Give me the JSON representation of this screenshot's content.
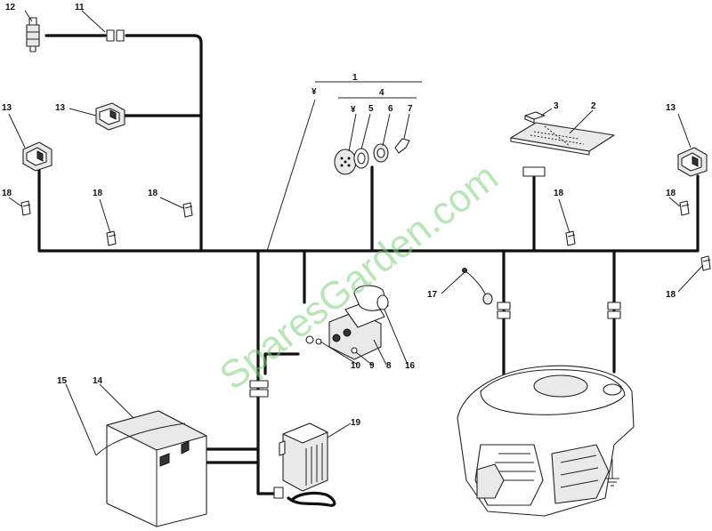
{
  "watermark": "SparesGarden.com",
  "callouts": [
    {
      "id": "c1",
      "text": "1"
    },
    {
      "id": "c2",
      "text": "2"
    },
    {
      "id": "c3",
      "text": "3"
    },
    {
      "id": "c4",
      "text": "4"
    },
    {
      "id": "c5",
      "text": "5"
    },
    {
      "id": "c6",
      "text": "6"
    },
    {
      "id": "c7",
      "text": "7"
    },
    {
      "id": "c8",
      "text": "8"
    },
    {
      "id": "c9",
      "text": "9"
    },
    {
      "id": "c10",
      "text": "10"
    },
    {
      "id": "c11",
      "text": "11"
    },
    {
      "id": "c12",
      "text": "12"
    },
    {
      "id": "c13a",
      "text": "13"
    },
    {
      "id": "c13b",
      "text": "13"
    },
    {
      "id": "c13c",
      "text": "13"
    },
    {
      "id": "c14",
      "text": "14"
    },
    {
      "id": "c15",
      "text": "15"
    },
    {
      "id": "c16",
      "text": "16"
    },
    {
      "id": "c17",
      "text": "17"
    },
    {
      "id": "c18a",
      "text": "18"
    },
    {
      "id": "c18b",
      "text": "18"
    },
    {
      "id": "c18c",
      "text": "18"
    },
    {
      "id": "c18d",
      "text": "18"
    },
    {
      "id": "c18e",
      "text": "18"
    },
    {
      "id": "c18f",
      "text": "18"
    },
    {
      "id": "c19",
      "text": "19"
    }
  ],
  "icons": [
    "switch-sensor-icon",
    "rocker-switch-icon",
    "ignition-key-icon",
    "circuit-board-icon",
    "wire-clip-icon",
    "solenoid-icon",
    "battery-icon",
    "charger-icon",
    "engine-icon",
    "ground-icon"
  ]
}
